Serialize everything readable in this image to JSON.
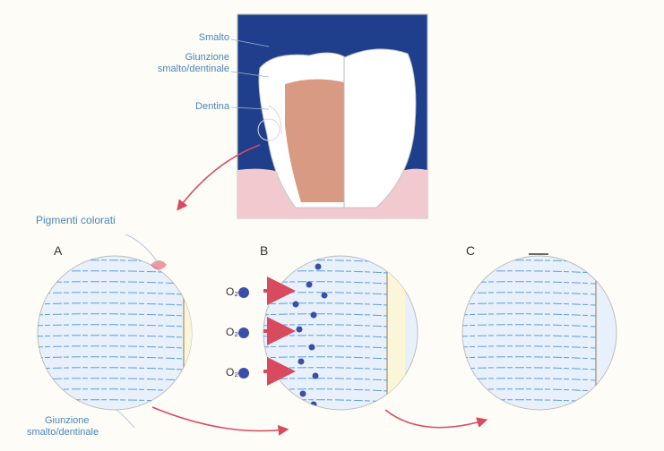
{
  "labels": {
    "smalto": "Smalto",
    "giunzione_top_line1": "Giunzione",
    "giunzione_top_line2": "smalto/dentinale",
    "dentina": "Dentina",
    "pigmenti": "Pigmenti colorati",
    "giunzione_bottom_line1": "Giunzione",
    "giunzione_bottom_line2": "smalto/dentinale"
  },
  "panels": [
    "A",
    "B",
    "C"
  ],
  "oxygen": [
    "O₂",
    "O₂",
    "O₂"
  ],
  "colors": {
    "background_navy": "#1f3f8c",
    "dentin": "#d99a84",
    "enamel": "#ffffff",
    "gum": "#f2c9cf",
    "label_blue": "#4a86b8",
    "arrow_red": "#d84a5e",
    "circle_fill": "#e8f1fb",
    "tubule_blue": "#5f9cd6",
    "oxygen_dot": "#3a4fa8",
    "junction_band": "#fbf6d8"
  }
}
